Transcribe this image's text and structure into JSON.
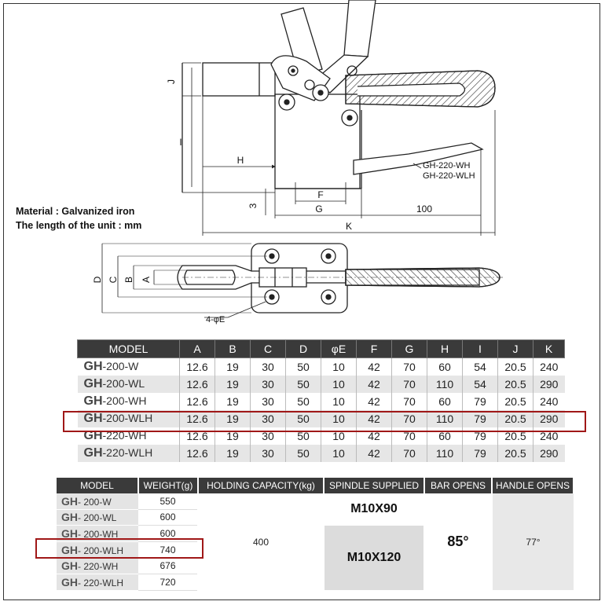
{
  "drawing": {
    "dimension_labels": {
      "J": "J",
      "I": "I",
      "H": "H",
      "F": "F",
      "G": "G",
      "K": "K",
      "three": "3",
      "hundred": "100",
      "D": "D",
      "C": "C",
      "B": "B",
      "A": "A",
      "E": "4-φE"
    },
    "callout_line1": "GH-220-WH",
    "callout_line2": "GH-220-WLH"
  },
  "material": {
    "line1": "Material :  Galvanized iron",
    "line2": "The length of the unit  : mm"
  },
  "colors": {
    "header_bg": "#3a3a3a",
    "highlight": "#a01818",
    "row_alt": "#e6e6e6"
  },
  "dimensions_table": {
    "headers": [
      "MODEL",
      "A",
      "B",
      "C",
      "D",
      "φE",
      "F",
      "G",
      "H",
      "I",
      "J",
      "K"
    ],
    "rows": [
      {
        "prefix": "GH",
        "suffix": "-200-W",
        "values": [
          "12.6",
          "19",
          "30",
          "50",
          "10",
          "42",
          "70",
          "60",
          "54",
          "20.5",
          "240"
        ]
      },
      {
        "prefix": "GH",
        "suffix": "-200-WL",
        "values": [
          "12.6",
          "19",
          "30",
          "50",
          "10",
          "42",
          "70",
          "110",
          "54",
          "20.5",
          "290"
        ]
      },
      {
        "prefix": "GH",
        "suffix": "-200-WH",
        "values": [
          "12.6",
          "19",
          "30",
          "50",
          "10",
          "42",
          "70",
          "60",
          "79",
          "20.5",
          "240"
        ]
      },
      {
        "prefix": "GH",
        "suffix": "-200-WLH",
        "values": [
          "12.6",
          "19",
          "30",
          "50",
          "10",
          "42",
          "70",
          "110",
          "79",
          "20.5",
          "290"
        ]
      },
      {
        "prefix": "GH",
        "suffix": "-220-WH",
        "values": [
          "12.6",
          "19",
          "30",
          "50",
          "10",
          "42",
          "70",
          "60",
          "79",
          "20.5",
          "240"
        ]
      },
      {
        "prefix": "GH",
        "suffix": "-220-WLH",
        "values": [
          "12.6",
          "19",
          "30",
          "50",
          "10",
          "42",
          "70",
          "110",
          "79",
          "20.5",
          "290"
        ]
      }
    ]
  },
  "specs_table": {
    "headers": [
      "MODEL",
      "WEIGHT(g)",
      "HOLDING CAPACITY(kg)",
      "SPINDLE SUPPLIED",
      "BAR OPENS",
      "HANDLE OPENS"
    ],
    "rows": [
      {
        "prefix": "GH",
        "suffix": "- 200-W",
        "weight": "550"
      },
      {
        "prefix": "GH",
        "suffix": "- 200-WL",
        "weight": "600"
      },
      {
        "prefix": "GH",
        "suffix": "- 200-WH",
        "weight": "600"
      },
      {
        "prefix": "GH",
        "suffix": "- 200-WLH",
        "weight": "740"
      },
      {
        "prefix": "GH",
        "suffix": "- 220-WH",
        "weight": "676"
      },
      {
        "prefix": "GH",
        "suffix": "- 220-WLH",
        "weight": "720"
      }
    ],
    "holding_capacity": "400",
    "spindle_1": "M10X90",
    "spindle_2": "M10X120",
    "bar_opens": "85°",
    "handle_opens": "77°"
  }
}
